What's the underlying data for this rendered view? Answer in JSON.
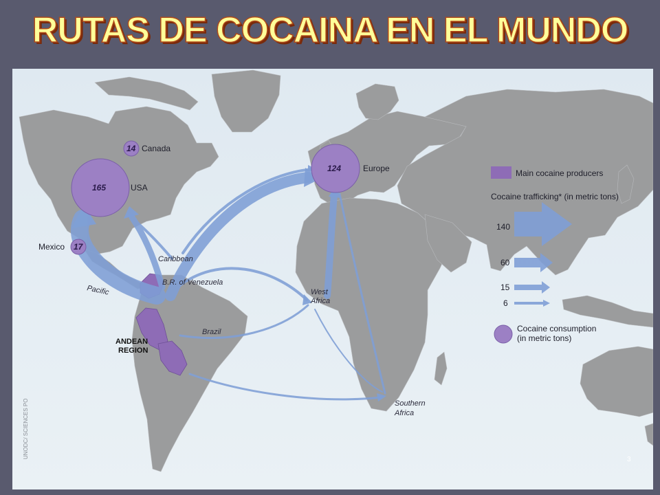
{
  "title": "RUTAS DE COCAINA EN EL MUNDO",
  "colors": {
    "background": "#595a6e",
    "ocean": "#e6eef3",
    "land": "#9b9c9d",
    "producers": "#8e6cb6",
    "consumption": "#9c80c4",
    "flow": "#7f9fd6",
    "title_fill": "#ffff99",
    "title_outline": "#b14a1a"
  },
  "consumption": [
    {
      "value": "165",
      "place": "USA"
    },
    {
      "value": "124",
      "place": "Europe"
    },
    {
      "value": "17",
      "place": "Mexico"
    },
    {
      "value": "14",
      "place": "Canada"
    }
  ],
  "places": {
    "caribbean": "Caribbean",
    "venezuela": "B.R. of Venezuela",
    "pacific": "Pacific",
    "brazil": "Brazil",
    "west_africa_1": "West",
    "west_africa_2": "Africa",
    "southern_africa_1": "Southern",
    "southern_africa_2": "Africa",
    "andean_1": "ANDEAN",
    "andean_2": "REGION"
  },
  "legend": {
    "producers": "Main cocaine producers",
    "trafficking": "Cocaine trafficking* (in metric tons)",
    "flow_values": [
      "140",
      "60",
      "15",
      "6"
    ],
    "consumption_1": "Cocaine consumption",
    "consumption_2": "(in metric tons)"
  },
  "credit": "UNODC/ SCIENCES PO",
  "page_number": "3"
}
